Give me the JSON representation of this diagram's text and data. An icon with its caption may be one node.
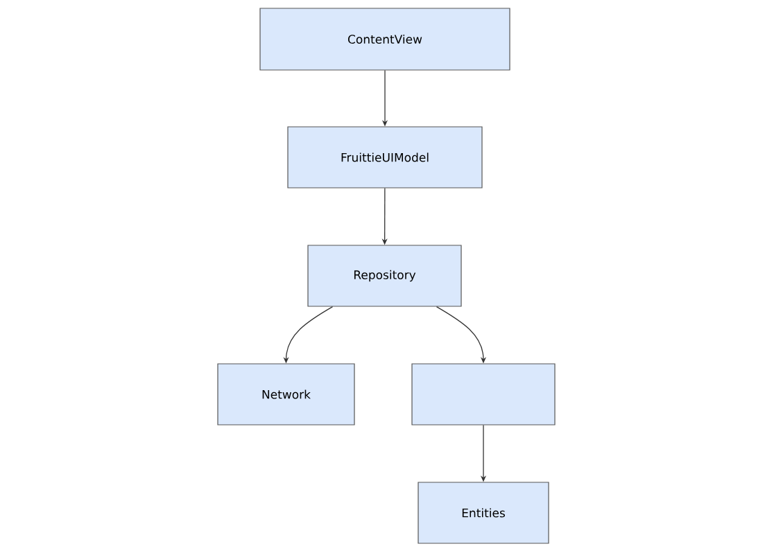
{
  "diagram": {
    "nodes": [
      {
        "text": [
          "ContentView"
        ]
      },
      {
        "text": [
          "FruittieUIModel"
        ]
      },
      {
        "text": [
          "Repository"
        ]
      },
      {
        "text": [
          "Network"
        ]
      },
      {
        "text": [],
        "shape": "box"
      },
      {
        "text": [
          "Entities"
        ]
      }
    ],
    "edges": [
      {
        "from": 0,
        "to": 1,
        "arrow": "to"
      },
      {
        "from": 1,
        "to": 2,
        "arrow": "to"
      },
      {
        "from": 2,
        "to": 3,
        "arrow": "to"
      },
      {
        "from": 2,
        "to": 4,
        "arrow": "to"
      },
      {
        "from": 4,
        "to": 5,
        "arrow": "to"
      }
    ]
  }
}
